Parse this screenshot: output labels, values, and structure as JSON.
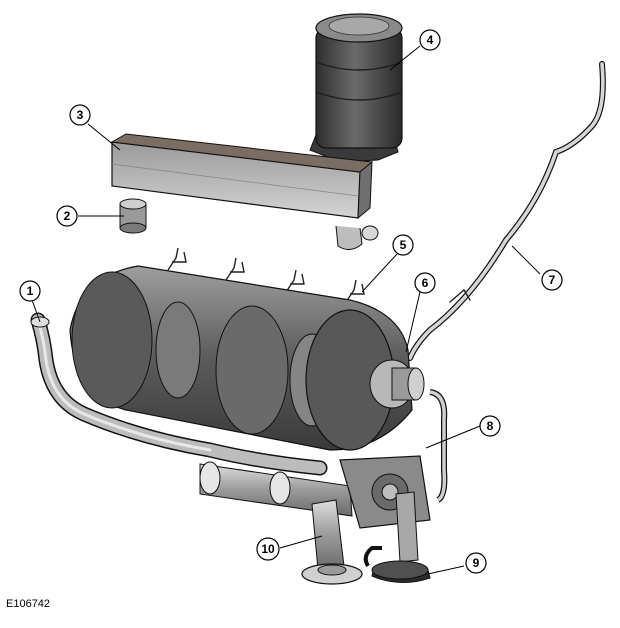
{
  "figure_id": "E106742",
  "callouts": [
    "1",
    "2",
    "3",
    "4",
    "5",
    "6",
    "7",
    "8",
    "9",
    "10"
  ],
  "colors": {
    "metal_dark": "#4a4a4a",
    "metal_mid": "#8c8c8c",
    "metal_light": "#c8c8c8",
    "outline": "#1a1a1a",
    "callout_fill": "#ffffff"
  }
}
